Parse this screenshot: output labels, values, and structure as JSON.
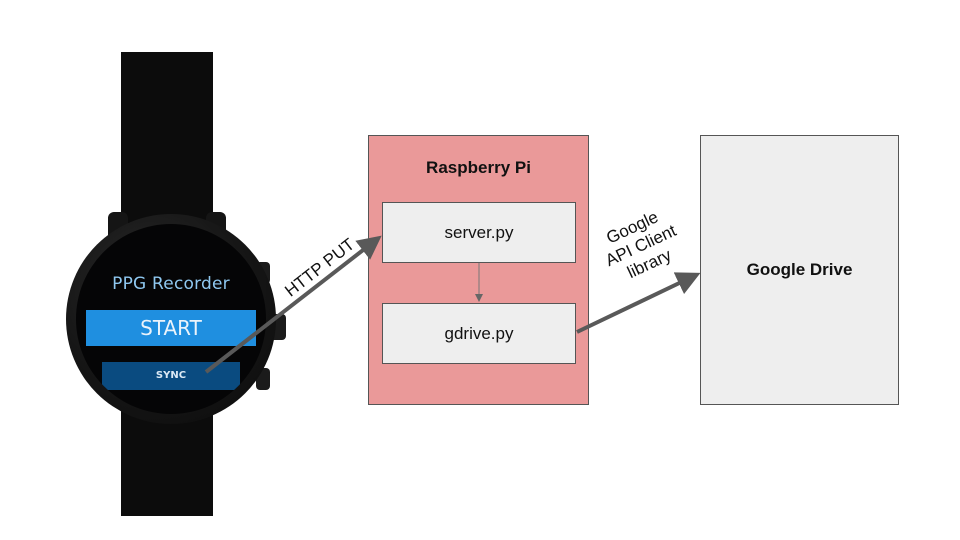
{
  "watch": {
    "title": "PPG Recorder",
    "start_label": "START",
    "sync_label": "SYNC"
  },
  "raspberry_pi": {
    "title": "Raspberry Pi",
    "server": "server.py",
    "gdrive": "gdrive.py"
  },
  "google_drive": {
    "title": "Google Drive"
  },
  "edges": {
    "http_put": "HTTP PUT",
    "api_line1": "Google",
    "api_line2": "API Client",
    "api_line3": "library"
  },
  "colors": {
    "pi_fill": "#ea9999",
    "box_fill": "#eeeeee",
    "arrow": "#595959",
    "start_button": "#1f8fe0",
    "sync_button": "#0a4b80"
  }
}
